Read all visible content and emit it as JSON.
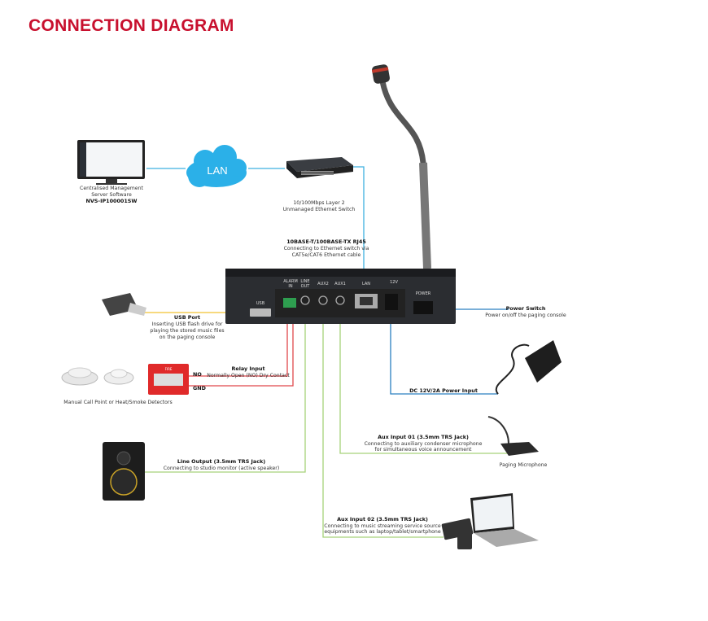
{
  "title": "CONNECTION DIAGRAM",
  "colors": {
    "title": "#c8102e",
    "network": "#3fb0e0",
    "power": "#2a7fc0",
    "usb": "#f2c230",
    "relay": "#e0474c",
    "audio": "#a6d27a"
  },
  "server": {
    "line1": "Centralised Management",
    "line2": "Server Software",
    "model": "NVS-IP100001SW"
  },
  "lan": {
    "label": "LAN"
  },
  "switch": {
    "line1": "10/100Mbps Layer 2",
    "line2": "Unmanaged Ethernet Switch"
  },
  "rj45": {
    "title": "10BASE-T/100BASE-TX RJ45",
    "line1": "Connecting to Ethernet switch via",
    "line2": "CAT5e/CAT6 Ethernet cable"
  },
  "ports": {
    "usb": "USB",
    "alarm1": "ALARM",
    "alarm2": "IN",
    "line1": "LINE",
    "line2": "OUT",
    "aux2": "AUX2",
    "aux1": "AUX1",
    "lan": "LAN",
    "dc": "12V",
    "power": "POWER"
  },
  "usb_port": {
    "title": "USB Port",
    "line1": "Inserting USB flash drive for",
    "line2": "playing the stored music files",
    "line3": "on the paging console"
  },
  "power_switch": {
    "title": "Power Switch",
    "line1": "Power on/off the paging console"
  },
  "relay": {
    "title": "Relay Input",
    "line1": "Normally Open (NO) Dry Contact",
    "no": "NO",
    "gnd": "GND",
    "fire": "FIRE"
  },
  "detectors": {
    "label": "Manual Call Point or Heat/Smoke Detectors"
  },
  "dc_input": {
    "title": "DC 12V/2A Power Input"
  },
  "aux1": {
    "title": "Aux Input 01 (3.5mm TRS Jack)",
    "line1": "Connecting to auxiliary condenser microphone",
    "line2": "for simultaneous voice announcement"
  },
  "paging_mic": {
    "label": "Paging Microphone"
  },
  "line_out": {
    "title": "Line Output (3.5mm TRS Jack)",
    "line1": "Connecting to studio monitor (active speaker)"
  },
  "aux2": {
    "title": "Aux Input 02 (3.5mm TRS Jack)",
    "line1": "Connecting to music streaming service source",
    "line2": "equipments such as laptop/tablet/smartphone"
  }
}
